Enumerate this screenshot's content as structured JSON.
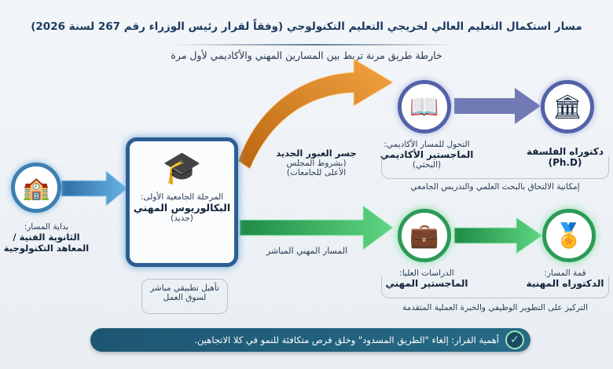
{
  "header": {
    "title": "مسار استكمال التعليم العالي لخريجي التعليم التكنولوجي (وفقاً لقرار رئيس الوزراء رقم 267 لسنة 2026)",
    "subtitle": "خارطة طريق مرنة تربط بين المسارين المهني والأكاديمي لأول مرة"
  },
  "start": {
    "label": "بداية المسار:",
    "title_1": "الثانوية الفنية /",
    "title_2": "المعاهد التكنولوجية",
    "icon": "school-gear-icon"
  },
  "bachelor": {
    "label": "المرحلة الجامعية الأولى:",
    "title": "البكالوريوس المهني",
    "note": "(جديد)",
    "icon": "graduation-cap-circuit-icon",
    "sub_1": "تأهيل تطبيقي مباشر",
    "sub_2": "لسوق العمل"
  },
  "bridge": {
    "title": "جسر العبور الجديد",
    "note_1": "(بشروط المجلس",
    "note_2": "الأعلى للجامعات)",
    "color": "#e08a2a"
  },
  "academic": {
    "master_label": "التحول للمسار الأكاديمي:",
    "master_title": "الماجستير الأكاديمي",
    "master_note": "(البحثي)",
    "phd_title": "دكتوراه الفلسفة",
    "phd_note": "(Ph.D)",
    "caption": "إمكانية الالتحاق بالبحث العلمي والتدريس الجامعي",
    "master_icon": "book-magnifier-icon",
    "phd_icon": "university-building-icon"
  },
  "professional": {
    "path_label": "المسار المهني المباشر",
    "master_label": "الدراسات العليا:",
    "master_title": "الماجستير المهني",
    "doc_label": "قمة المسار:",
    "doc_title": "الدكتوراه المهنية",
    "caption": "التركيز على التطوير الوظيفي والخبرة العملية المتقدمة",
    "master_icon": "briefcase-diploma-icon",
    "doc_icon": "medal-shield-icon",
    "color": "#2fb35d"
  },
  "banner": {
    "text": "أهمية القرار: إلغاء \"الطريق المسدود\" وخلق فرص متكافئة للنمو في كلا الاتجاهين.",
    "icon": "check-circle-icon"
  }
}
